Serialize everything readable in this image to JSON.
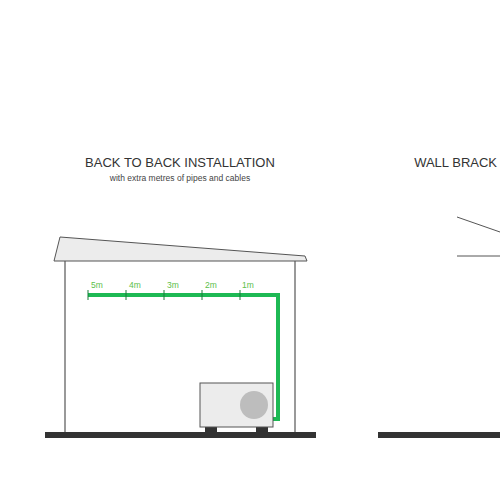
{
  "diagram": {
    "title": "BACK TO BACK INSTALLATION",
    "labels": [
      "with extra metres of pipes and cables",
      "5m",
      "4m",
      "3m",
      "2m",
      "1m",
      "WALL BRACK"
    ]
  }
}
